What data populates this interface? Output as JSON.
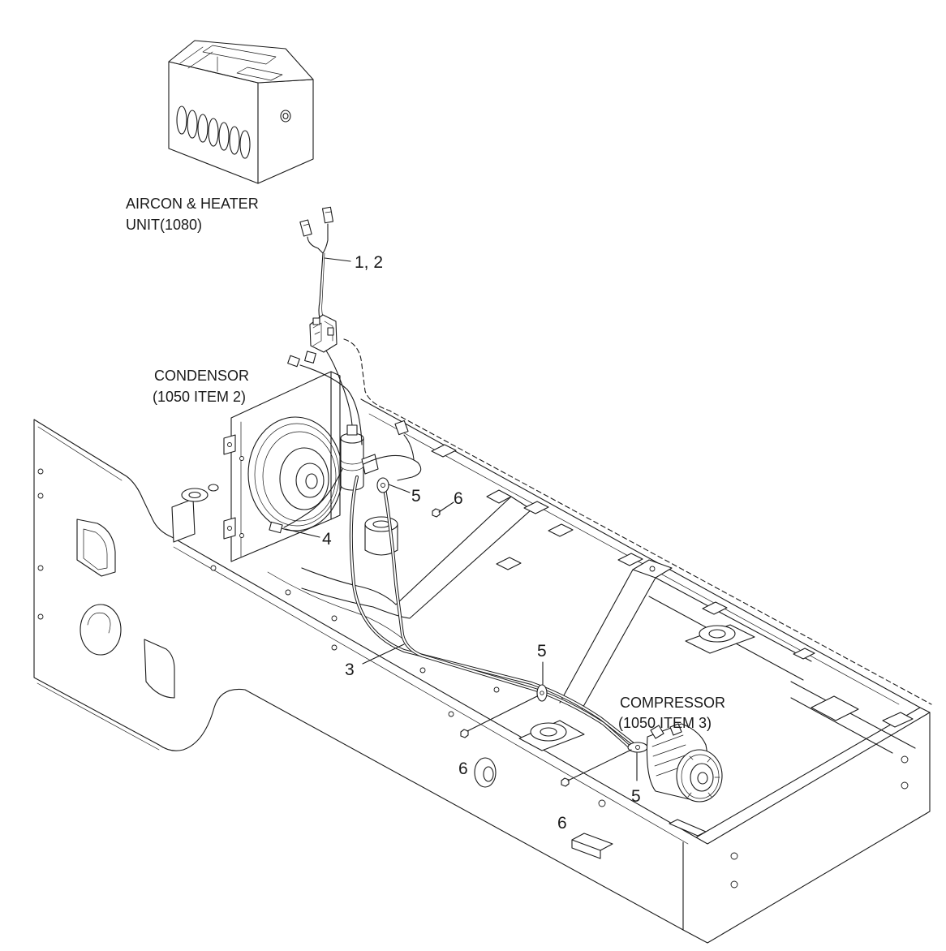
{
  "colors": {
    "line": "#1a1a1a",
    "background": "#ffffff"
  },
  "labels": {
    "aircon_unit": {
      "line1": "AIRCON & HEATER",
      "line2": "UNIT(1080)"
    },
    "condensor": {
      "line1": "CONDENSOR",
      "line2": "(1050 ITEM 2)"
    },
    "compressor": {
      "line1": "COMPRESSOR",
      "line2": "(1050 ITEM 3)"
    }
  },
  "callouts": [
    {
      "item": "1, 2"
    },
    {
      "item": "5"
    },
    {
      "item": "6"
    },
    {
      "item": "4"
    },
    {
      "item": "5"
    },
    {
      "item": "3"
    },
    {
      "item": "6"
    },
    {
      "item": "5"
    },
    {
      "item": "6"
    }
  ]
}
